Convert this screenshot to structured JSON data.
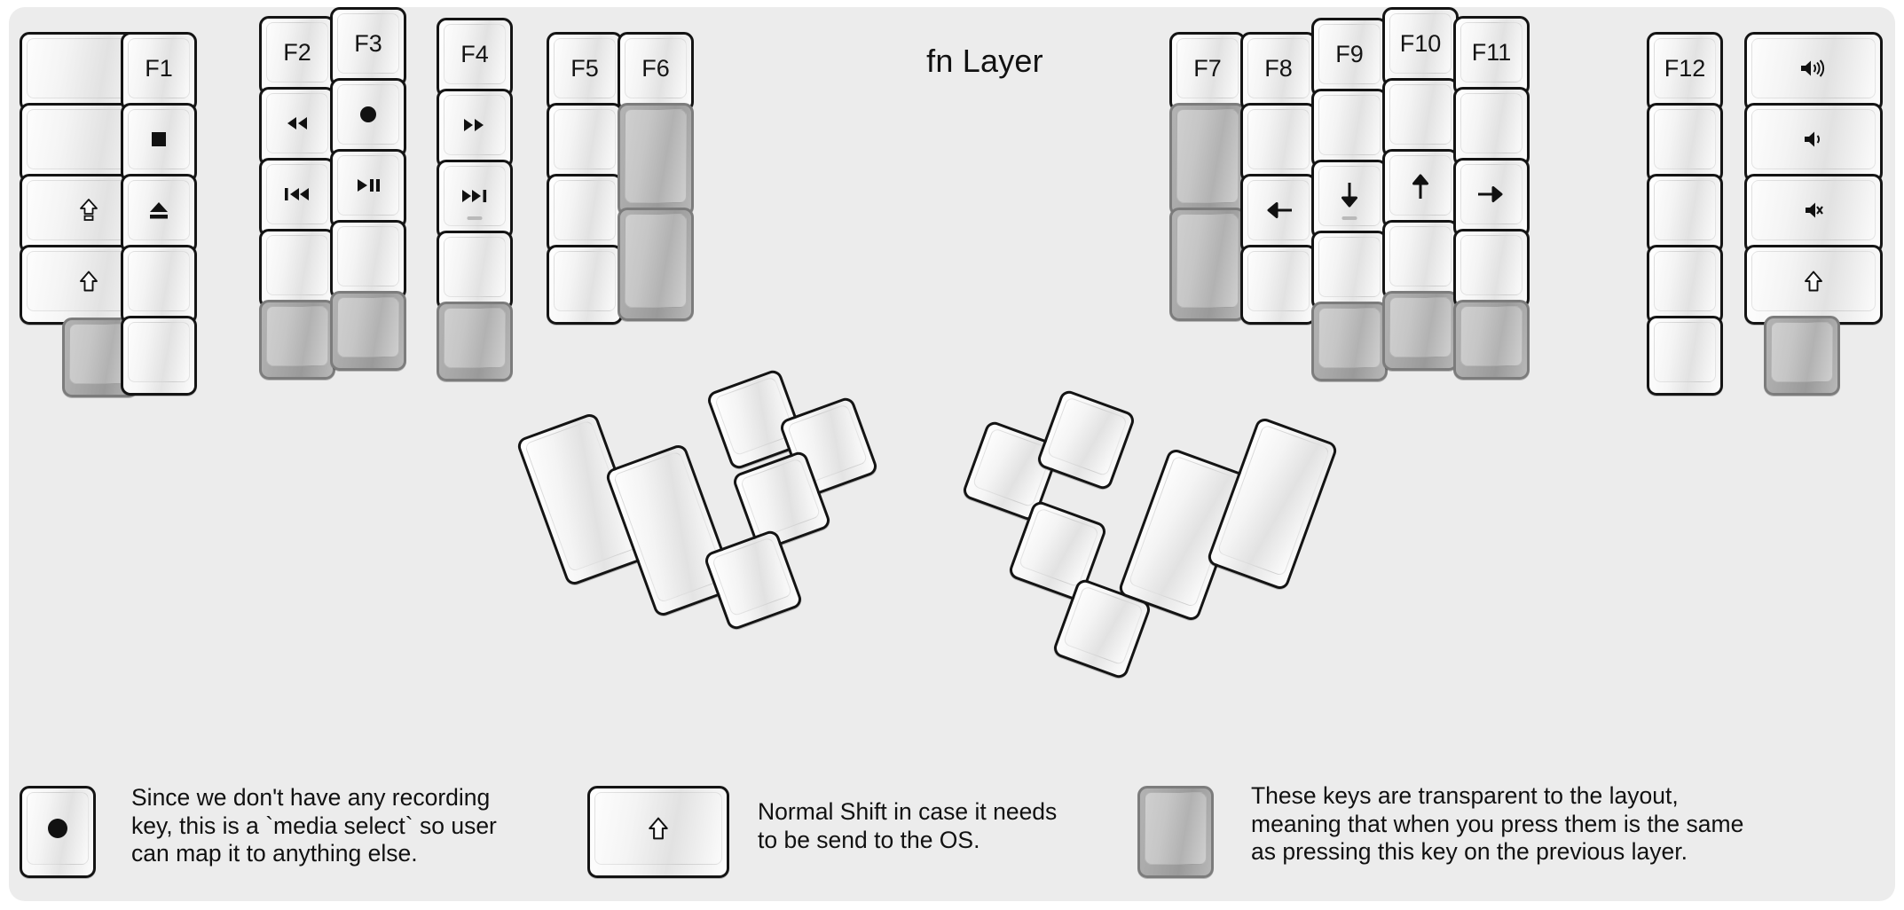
{
  "title": "fn Layer",
  "colors": {
    "panel_bg": "#ececec",
    "key_border": "#141414",
    "key_face": "#f4f4f4",
    "transparent_key": "#b3b3b3",
    "text": "#111111"
  },
  "left_half": {
    "columns": [
      {
        "name": "pinky-outer",
        "width_u": 1.5,
        "keys": [
          {
            "label": "",
            "icon": "",
            "type": "normal"
          },
          {
            "label": "",
            "icon": "",
            "type": "normal"
          },
          {
            "label": "",
            "icon": "caps-lock-icon",
            "type": "normal"
          },
          {
            "label": "",
            "icon": "shift-icon",
            "type": "normal"
          }
        ]
      },
      {
        "name": "pinky",
        "width_u": 1,
        "keys": [
          {
            "label": "F1",
            "icon": "",
            "type": "normal"
          },
          {
            "label": "",
            "icon": "media-stop-icon",
            "type": "normal"
          },
          {
            "label": "",
            "icon": "eject-icon",
            "type": "normal"
          },
          {
            "label": "",
            "icon": "",
            "type": "normal"
          },
          {
            "label": "",
            "icon": "",
            "type": "normal"
          }
        ]
      },
      {
        "name": "ring",
        "width_u": 1,
        "keys": [
          {
            "label": "F2",
            "icon": "",
            "type": "normal"
          },
          {
            "label": "",
            "icon": "rewind-icon",
            "type": "normal"
          },
          {
            "label": "",
            "icon": "previous-track-icon",
            "type": "normal"
          },
          {
            "label": "",
            "icon": "",
            "type": "normal"
          },
          {
            "label": "",
            "icon": "",
            "type": "transparent"
          }
        ]
      },
      {
        "name": "middle",
        "width_u": 1,
        "keys": [
          {
            "label": "F3",
            "icon": "",
            "type": "normal"
          },
          {
            "label": "",
            "icon": "record-icon",
            "type": "normal"
          },
          {
            "label": "",
            "icon": "play-pause-icon",
            "type": "normal"
          },
          {
            "label": "",
            "icon": "",
            "type": "normal"
          },
          {
            "label": "",
            "icon": "",
            "type": "transparent"
          }
        ]
      },
      {
        "name": "index",
        "width_u": 1,
        "keys": [
          {
            "label": "F4",
            "icon": "",
            "type": "normal"
          },
          {
            "label": "",
            "icon": "fast-forward-icon",
            "type": "normal"
          },
          {
            "label": "",
            "icon": "next-track-icon",
            "type": "normal",
            "homing": true
          },
          {
            "label": "",
            "icon": "",
            "type": "normal"
          },
          {
            "label": "",
            "icon": "",
            "type": "transparent"
          }
        ]
      },
      {
        "name": "inner-1",
        "width_u": 1,
        "keys": [
          {
            "label": "F5",
            "icon": "",
            "type": "normal"
          },
          {
            "label": "",
            "icon": "",
            "type": "normal"
          },
          {
            "label": "",
            "icon": "",
            "type": "normal"
          },
          {
            "label": "",
            "icon": "",
            "type": "normal"
          }
        ]
      },
      {
        "name": "inner-2",
        "width_u": 1,
        "keys": [
          {
            "label": "F6",
            "icon": "",
            "type": "normal"
          },
          {
            "label": "",
            "icon": "",
            "type": "transparent",
            "height_u": 1.5
          },
          {
            "label": "",
            "icon": "",
            "type": "transparent",
            "height_u": 1.5
          }
        ]
      }
    ],
    "bottom_left_extra": {
      "label": "",
      "type": "transparent"
    },
    "thumb_cluster": {
      "rotation_deg": -20,
      "keys": [
        {
          "label": "",
          "type": "normal",
          "size": "2u-tall"
        },
        {
          "label": "",
          "type": "normal",
          "size": "2u-tall"
        },
        {
          "label": "",
          "type": "normal",
          "size": "1u"
        },
        {
          "label": "",
          "type": "normal",
          "size": "1u"
        },
        {
          "label": "",
          "type": "normal",
          "size": "1u"
        },
        {
          "label": "",
          "type": "normal",
          "size": "1u"
        }
      ]
    }
  },
  "right_half": {
    "columns": [
      {
        "name": "inner-2",
        "width_u": 1,
        "keys": [
          {
            "label": "F7",
            "icon": "",
            "type": "normal"
          },
          {
            "label": "",
            "icon": "",
            "type": "transparent",
            "height_u": 1.5
          },
          {
            "label": "",
            "icon": "",
            "type": "transparent",
            "height_u": 1.5
          }
        ]
      },
      {
        "name": "inner-1",
        "width_u": 1,
        "keys": [
          {
            "label": "F8",
            "icon": "",
            "type": "normal"
          },
          {
            "label": "",
            "icon": "",
            "type": "normal"
          },
          {
            "label": "",
            "icon": "arrow-left-icon",
            "type": "normal"
          },
          {
            "label": "",
            "icon": "",
            "type": "normal"
          }
        ]
      },
      {
        "name": "index",
        "width_u": 1,
        "keys": [
          {
            "label": "F9",
            "icon": "",
            "type": "normal"
          },
          {
            "label": "",
            "icon": "",
            "type": "normal"
          },
          {
            "label": "",
            "icon": "arrow-down-icon",
            "type": "normal",
            "homing": true
          },
          {
            "label": "",
            "icon": "",
            "type": "normal"
          },
          {
            "label": "",
            "icon": "",
            "type": "transparent"
          }
        ]
      },
      {
        "name": "middle",
        "width_u": 1,
        "keys": [
          {
            "label": "F10",
            "icon": "",
            "type": "normal"
          },
          {
            "label": "",
            "icon": "",
            "type": "normal"
          },
          {
            "label": "",
            "icon": "arrow-up-icon",
            "type": "normal"
          },
          {
            "label": "",
            "icon": "",
            "type": "normal"
          },
          {
            "label": "",
            "icon": "",
            "type": "transparent"
          }
        ]
      },
      {
        "name": "ring",
        "width_u": 1,
        "keys": [
          {
            "label": "F11",
            "icon": "",
            "type": "normal"
          },
          {
            "label": "",
            "icon": "",
            "type": "normal"
          },
          {
            "label": "",
            "icon": "arrow-right-icon",
            "type": "normal"
          },
          {
            "label": "",
            "icon": "",
            "type": "normal"
          },
          {
            "label": "",
            "icon": "",
            "type": "transparent"
          }
        ]
      },
      {
        "name": "pinky",
        "width_u": 1,
        "keys": [
          {
            "label": "F12",
            "icon": "",
            "type": "normal"
          },
          {
            "label": "",
            "icon": "",
            "type": "normal"
          },
          {
            "label": "",
            "icon": "",
            "type": "normal"
          },
          {
            "label": "",
            "icon": "",
            "type": "normal"
          },
          {
            "label": "",
            "icon": "",
            "type": "normal"
          }
        ]
      },
      {
        "name": "pinky-outer",
        "width_u": 1.5,
        "keys": [
          {
            "label": "",
            "icon": "volume-up-icon",
            "type": "normal"
          },
          {
            "label": "",
            "icon": "volume-down-icon",
            "type": "normal"
          },
          {
            "label": "",
            "icon": "volume-mute-icon",
            "type": "normal"
          },
          {
            "label": "",
            "icon": "shift-icon",
            "type": "normal"
          },
          {
            "label": "",
            "icon": "",
            "type": "transparent"
          }
        ]
      }
    ],
    "thumb_cluster": {
      "rotation_deg": 20,
      "keys": [
        {
          "label": "",
          "type": "normal",
          "size": "1u"
        },
        {
          "label": "",
          "type": "normal",
          "size": "1u"
        },
        {
          "label": "",
          "type": "normal",
          "size": "1u"
        },
        {
          "label": "",
          "type": "normal",
          "size": "1u"
        },
        {
          "label": "",
          "type": "normal",
          "size": "2u-tall"
        },
        {
          "label": "",
          "type": "normal",
          "size": "2u-tall"
        }
      ]
    }
  },
  "legend": [
    {
      "icon": "record-icon",
      "key_type": "normal",
      "text": "Since we don't have any recording\nkey, this is a `media select` so user\ncan map it to anything else."
    },
    {
      "icon": "shift-icon",
      "key_type": "normal",
      "text": "Normal Shift in case it needs\nto be send to the OS."
    },
    {
      "icon": "",
      "key_type": "transparent",
      "text": "These keys are transparent to the layout,\nmeaning that when you press them is the same\nas pressing this key on the previous layer."
    }
  ]
}
